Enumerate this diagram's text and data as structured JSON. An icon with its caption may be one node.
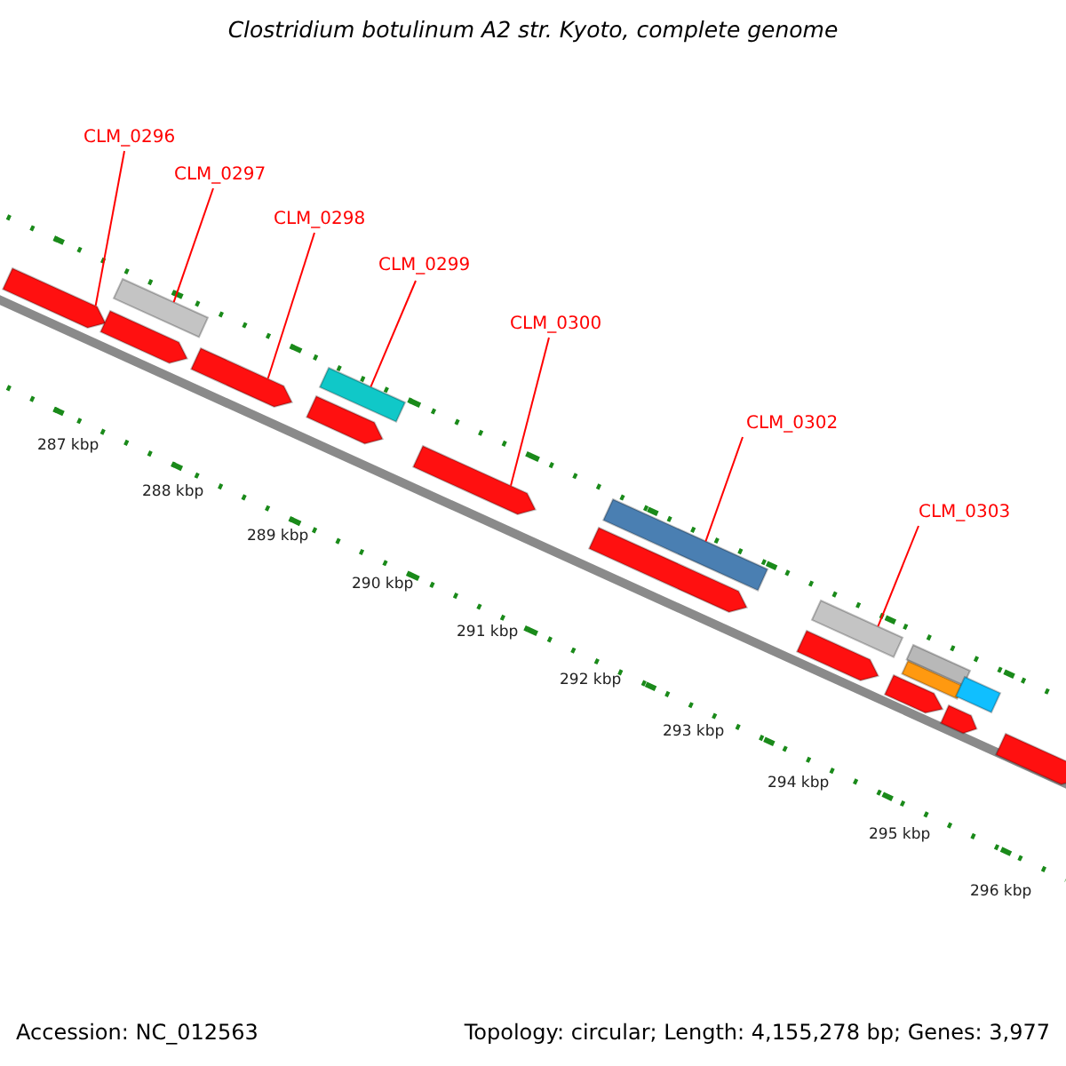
{
  "diagram": {
    "title": "Clostridium botulinum A2 str. Kyoto, complete genome",
    "nodes": [
      {
        "text": [
          "CLM_0296"
        ]
      },
      {
        "text": [
          "CLM_0297"
        ]
      },
      {
        "text": [
          "CLM_0298"
        ]
      },
      {
        "text": [
          "CLM_0299"
        ]
      },
      {
        "text": [
          "CLM_0300"
        ]
      },
      {
        "text": [
          "CLM_0302"
        ]
      },
      {
        "text": [
          "CLM_0303"
        ]
      },
      {
        "text": [],
        "shape": "arrow"
      },
      {
        "text": [],
        "shape": "bar"
      },
      {
        "text": [],
        "shape": "arrow"
      },
      {
        "text": [],
        "shape": "arrow"
      },
      {
        "text": [],
        "shape": "bar"
      },
      {
        "text": [],
        "shape": "arrow"
      },
      {
        "text": [],
        "shape": "arrow"
      },
      {
        "text": [],
        "shape": "bar"
      },
      {
        "text": [],
        "shape": "arrow"
      },
      {
        "text": [],
        "shape": "bar"
      },
      {
        "text": [],
        "shape": "arrow"
      },
      {
        "text": [],
        "shape": "bar"
      },
      {
        "text": [],
        "shape": "bar"
      },
      {
        "text": [],
        "shape": "arrow"
      },
      {
        "text": [],
        "shape": "bar"
      },
      {
        "text": [],
        "shape": "arrow"
      },
      {
        "text": [],
        "shape": "arrow"
      }
    ],
    "edges": [
      {
        "from": 0,
        "to": 7,
        "arrow": "none"
      },
      {
        "from": 1,
        "to": 8,
        "arrow": "none"
      },
      {
        "from": 2,
        "to": 10,
        "arrow": "none"
      },
      {
        "from": 3,
        "to": 11,
        "arrow": "none"
      },
      {
        "from": 4,
        "to": 13,
        "arrow": "none"
      },
      {
        "from": 5,
        "to": 14,
        "arrow": "none"
      },
      {
        "from": 6,
        "to": 16,
        "arrow": "none"
      }
    ],
    "labels": [
      "287 kbp",
      "288 kbp",
      "289 kbp",
      "290 kbp",
      "291 kbp",
      "292 kbp",
      "293 kbp",
      "294 kbp",
      "295 kbp",
      "296 kbp",
      "Accession: NC_012563",
      "Topology: circular; Length: 4,155,278 bp; Genes: 3,977"
    ]
  }
}
